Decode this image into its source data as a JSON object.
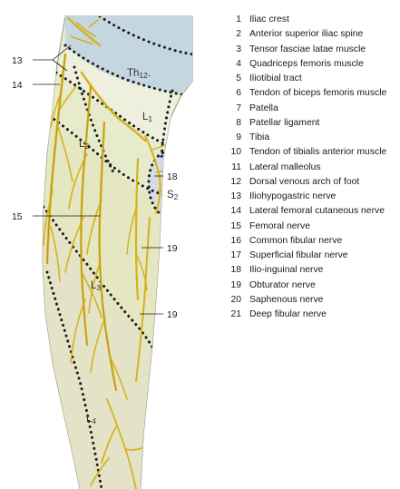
{
  "legend": [
    {
      "num": "1",
      "text": "Iliac crest"
    },
    {
      "num": "2",
      "text": "Anterior superior iliac spine"
    },
    {
      "num": "3",
      "text": "Tensor fasciae latae muscle"
    },
    {
      "num": "4",
      "text": "Quadriceps femoris muscle"
    },
    {
      "num": "5",
      "text": "Iliotibial tract"
    },
    {
      "num": "6",
      "text": "Tendon of biceps femoris muscle"
    },
    {
      "num": "7",
      "text": "Patella"
    },
    {
      "num": "8",
      "text": "Patellar ligament"
    },
    {
      "num": "9",
      "text": "Tibia"
    },
    {
      "num": "10",
      "text": "Tendon of tibialis anterior muscle"
    },
    {
      "num": "11",
      "text": "Lateral malleolus"
    },
    {
      "num": "12",
      "text": "Dorsal venous arch of foot"
    },
    {
      "num": "13",
      "text": "Iliohypogastric nerve"
    },
    {
      "num": "14",
      "text": "Lateral femoral cutaneous nerve"
    },
    {
      "num": "15",
      "text": "Femoral nerve"
    },
    {
      "num": "16",
      "text": "Common fibular nerve"
    },
    {
      "num": "17",
      "text": "Superficial fibular nerve"
    },
    {
      "num": "18",
      "text": "Ilio-inguinal nerve"
    },
    {
      "num": "19",
      "text": "Obturator nerve"
    },
    {
      "num": "20",
      "text": "Saphenous nerve"
    },
    {
      "num": "21",
      "text": "Deep fibular nerve"
    }
  ],
  "pointers": {
    "p13": "13",
    "p14": "14",
    "p15": "15",
    "p18": "18",
    "p19a": "19",
    "p19b": "19"
  },
  "dermatomes": {
    "th12_main": "Th",
    "th12_sub": "12",
    "th12_dot": ".",
    "l1_main": "L",
    "l1_sub": "1",
    "l2_main": "L",
    "l2_sub": "2",
    "l3_main": "L",
    "l3_sub": "3",
    "l4_main": "L",
    "l4_sub": "4",
    "s2_main": "S",
    "s2_sub": "2"
  },
  "colors": {
    "nerve": "#d6b21f",
    "nerve_outline": "#8a6e08",
    "dermatome_line": "#1a1a1a",
    "th12_zone": "#c4d6df",
    "l1_zone": "#e9edd9",
    "l2_zone": "#e6ebcc",
    "l3_zone": "#e4e7c2",
    "l4_zone": "#e4e3c8",
    "s2_zone": "#d5dde3"
  }
}
